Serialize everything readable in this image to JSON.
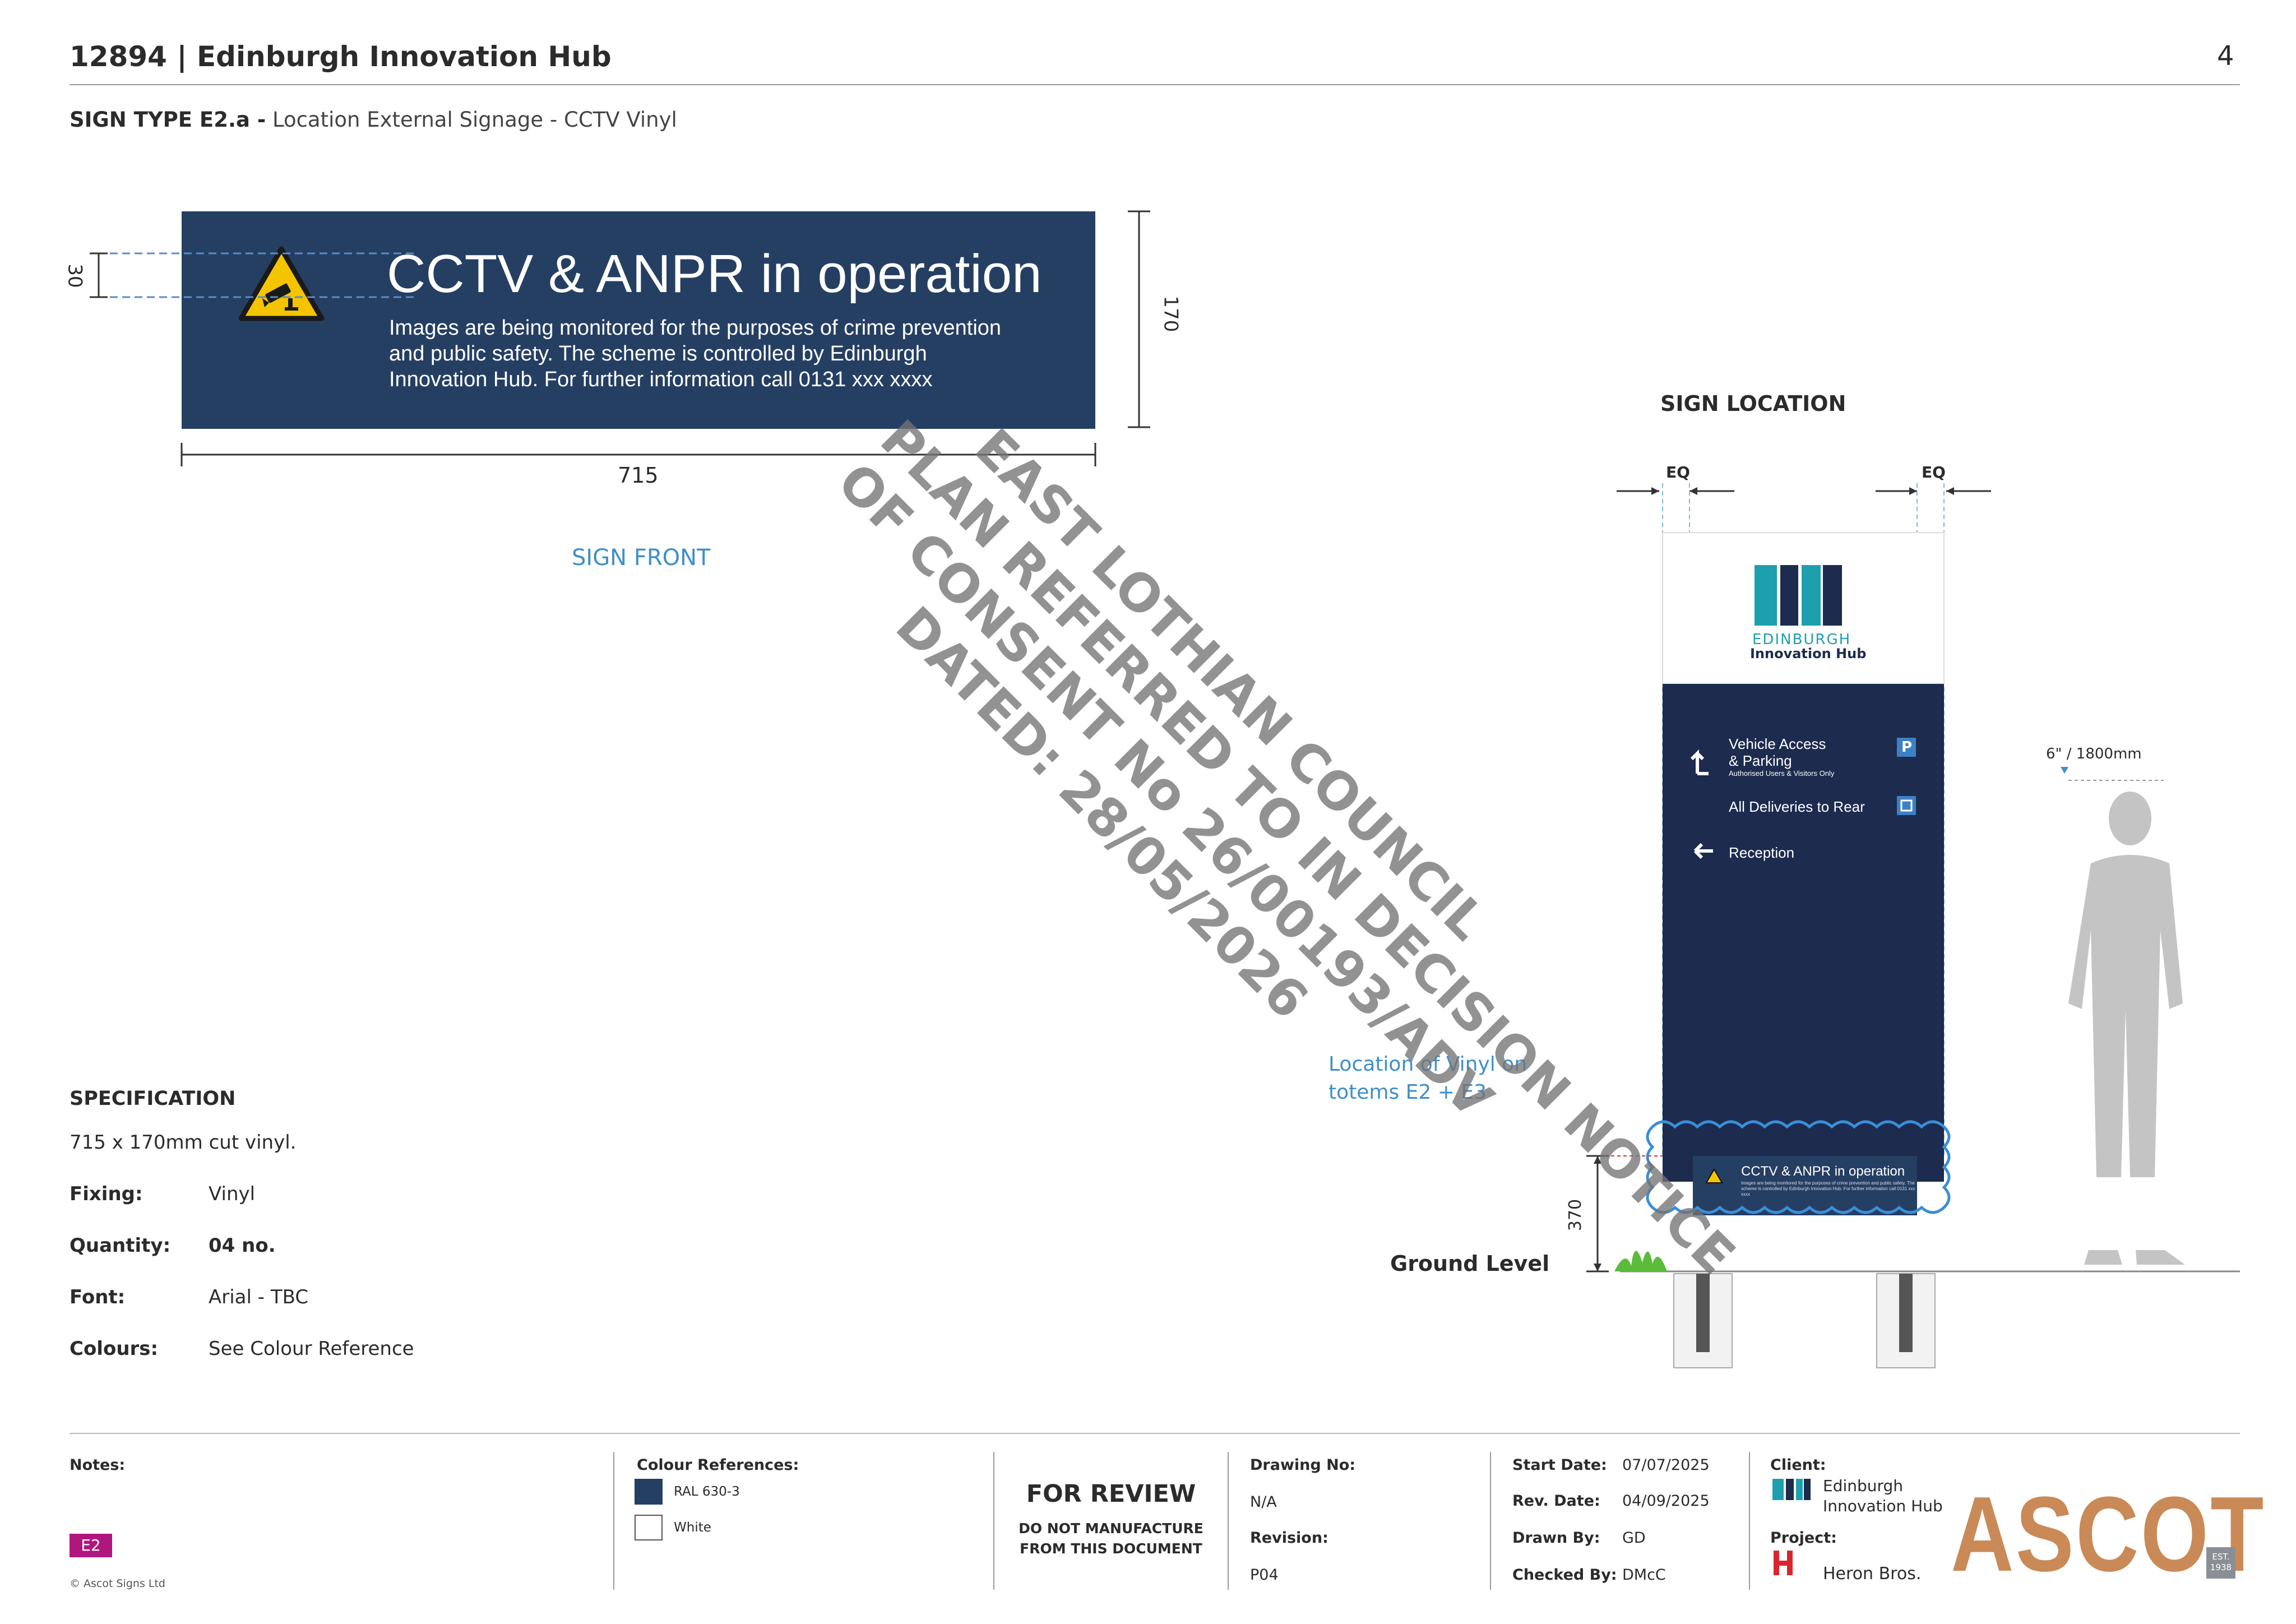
{
  "header": {
    "title": "12894 | Edinburgh Innovation Hub",
    "page_number": "4",
    "sign_type_code": "SIGN TYPE E2.a -",
    "sign_type_desc": "Location External Signage - CCTV Vinyl"
  },
  "sign": {
    "heading": "CCTV & ANPR in operation",
    "body_line1": "Images are being monitored for the purposes of crime prevention",
    "body_line2": "and public safety. The scheme is controlled by Edinburgh",
    "body_line3": "Innovation Hub. For further information call 0131 xxx xxxx",
    "dim_width": "715",
    "dim_height": "170",
    "dim_icon": "30",
    "caption": "SIGN FRONT",
    "bg_color": "#253f63"
  },
  "watermark": {
    "line1": "EAST LOTHIAN COUNCIL",
    "line2": "PLAN REFERRED TO IN DECISION NOTICE",
    "line3": "OF CONSENT No 26/00193/ADV",
    "line4": "DATED: 28/05/2026"
  },
  "location": {
    "title": "SIGN LOCATION",
    "eq_left": "EQ",
    "eq_right": "EQ",
    "logo_line1": "EDINBURGH",
    "logo_line2": "Innovation Hub",
    "nav1_title_a": "Vehicle Access",
    "nav1_title_b": "& Parking",
    "nav1_sub": "Authorised Users & Visitors Only",
    "nav1_badge": "P",
    "nav2": "All Deliveries to Rear",
    "nav3": "Reception",
    "mini_heading": "CCTV & ANPR in operation",
    "mini_body": "Images are being monitored for the purposes of crime prevention and public safety. The scheme is controlled by Edinburgh Innovation Hub. For further information call 0131 xxx xxxx",
    "vinyl_note_a": "Location of Vinyl on",
    "vinyl_note_b": "totems E2 + E3",
    "height_label": "370",
    "ground_label": "Ground Level",
    "person_height": "6\" / 1800mm",
    "totem_color": "#1c2b4e"
  },
  "specification": {
    "title": "SPECIFICATION",
    "size": "715 x 170mm cut vinyl.",
    "rows": [
      {
        "label": "Fixing:",
        "value": "Vinyl"
      },
      {
        "label": "Quantity:",
        "value": "04 no."
      },
      {
        "label": "Font:",
        "value": "Arial - TBC"
      },
      {
        "label": "Colours:",
        "value": "See Colour Reference"
      }
    ]
  },
  "title_block": {
    "notes_label": "Notes:",
    "e2_badge": "E2",
    "copyright": "© Ascot Signs Ltd",
    "colour_refs_label": "Colour References:",
    "colour_refs": [
      {
        "name": "RAL 630-3",
        "hex": "#253f63"
      },
      {
        "name": "White",
        "hex": "#ffffff"
      }
    ],
    "review_title": "FOR REVIEW",
    "review_sub1": "DO NOT MANUFACTURE",
    "review_sub2": "FROM THIS DOCUMENT",
    "drawing_no_label": "Drawing No:",
    "drawing_no": "N/A",
    "revision_label": "Revision:",
    "revision": "P04",
    "start_date_label": "Start Date:",
    "start_date": "07/07/2025",
    "rev_date_label": "Rev. Date:",
    "rev_date": "04/09/2025",
    "drawn_by_label": "Drawn By:",
    "drawn_by": "GD",
    "checked_by_label": "Checked By:",
    "checked_by": "DMcC",
    "client_label": "Client:",
    "client_line1": "Edinburgh",
    "client_line2": "Innovation Hub",
    "project_label": "Project:",
    "project": "Heron Bros.",
    "brand": "ASCOT",
    "brand_est_a": "EST.",
    "brand_est_b": "1938"
  }
}
